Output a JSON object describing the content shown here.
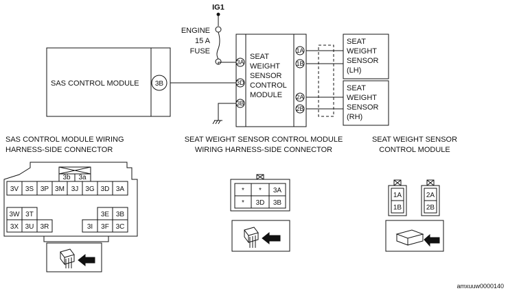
{
  "power": {
    "ig1": "IG1",
    "fuse_line1": "ENGINE",
    "fuse_line2": "15 A",
    "fuse_line3": "FUSE"
  },
  "sas_module": {
    "label": "SAS CONTROL MODULE",
    "pin": "3B"
  },
  "swscm": {
    "line1": "SEAT",
    "line2": "WEIGHT",
    "line3": "SENSOR",
    "line4": "CONTROL",
    "line5": "MODULE",
    "pins": {
      "p3A": "3A",
      "p3D": "3D",
      "p3B": "3B",
      "p1A": "1A",
      "p1B": "1B",
      "p2A": "2A",
      "p2B": "2B"
    }
  },
  "sensor_lh": {
    "line1": "SEAT",
    "line2": "WEIGHT",
    "line3": "SENSOR",
    "line4": "(LH)"
  },
  "sensor_rh": {
    "line1": "SEAT",
    "line2": "WEIGHT",
    "line3": "SENSOR",
    "line4": "(RH)"
  },
  "headers": {
    "sas_conn_1": "SAS CONTROL MODULE WIRING",
    "sas_conn_2": "HARNESS-SIDE CONNECTOR",
    "sw_conn_1": "SEAT WEIGHT SENSOR CONTROL MODULE",
    "sw_conn_2": "WIRING HARNESS-SIDE CONNECTOR",
    "sw_mod_1": "SEAT WEIGHT SENSOR",
    "sw_mod_2": "CONTROL MODULE"
  },
  "sas_connector": {
    "top_pins": [
      "3b",
      "3a"
    ],
    "row1": [
      "3V",
      "3S",
      "3P",
      "3M",
      "3J",
      "3G",
      "3D",
      "3A"
    ],
    "row2_left": [
      "",
      ""
    ],
    "row3_left": [
      "3W",
      "3T"
    ],
    "row3_right": [
      "3E",
      "3B"
    ],
    "row4_left": [
      "3X",
      "3U",
      "3R"
    ],
    "row4_right": [
      "3I",
      "3F",
      "3C"
    ]
  },
  "sw_connector": {
    "row1": [
      "*",
      "*",
      "3A"
    ],
    "row2": [
      "*",
      "3D",
      "3B"
    ]
  },
  "sw_module_connector": {
    "left": [
      "1A",
      "1B"
    ],
    "right": [
      "2A",
      "2B"
    ]
  },
  "figure_code": "amxuuw0000140"
}
